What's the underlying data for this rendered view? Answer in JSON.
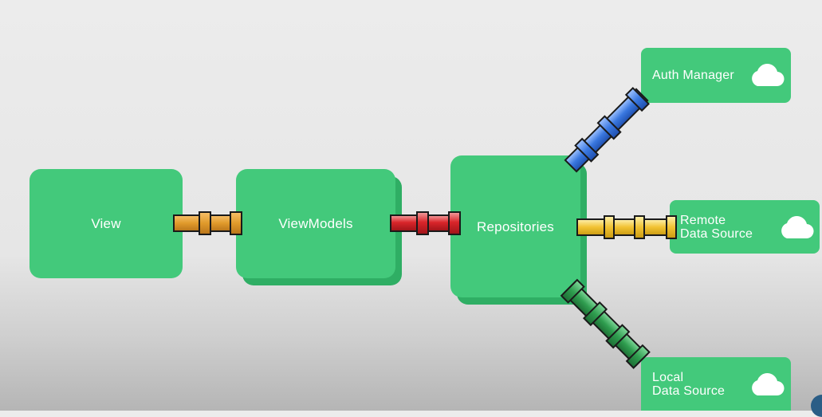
{
  "diagram": {
    "nodes": {
      "view": "View",
      "viewmodels": "ViewModels",
      "repositories": "Repositories",
      "auth_manager": "Auth Manager",
      "remote": {
        "line1": "Remote",
        "line2": "Data Source"
      },
      "local": {
        "line1": "Local",
        "line2": "Data Source"
      }
    },
    "connectors": [
      {
        "from": "View",
        "to": "ViewModels",
        "color": "#e09a2b"
      },
      {
        "from": "ViewModels",
        "to": "Repositories",
        "color": "#d9252a"
      },
      {
        "from": "Repositories",
        "to": "Auth Manager",
        "color": "#3a78e0"
      },
      {
        "from": "Repositories",
        "to": "Remote Data Source",
        "color": "#f1c232"
      },
      {
        "from": "Repositories",
        "to": "Local Data Source",
        "color": "#2f9e4f"
      }
    ],
    "icons": [
      "cloud-icon",
      "cloud-icon",
      "cloud-icon"
    ]
  },
  "colors": {
    "node_fill": "#43c97b",
    "node_shadow": "#2fae64",
    "label_text": "#ffffff"
  }
}
